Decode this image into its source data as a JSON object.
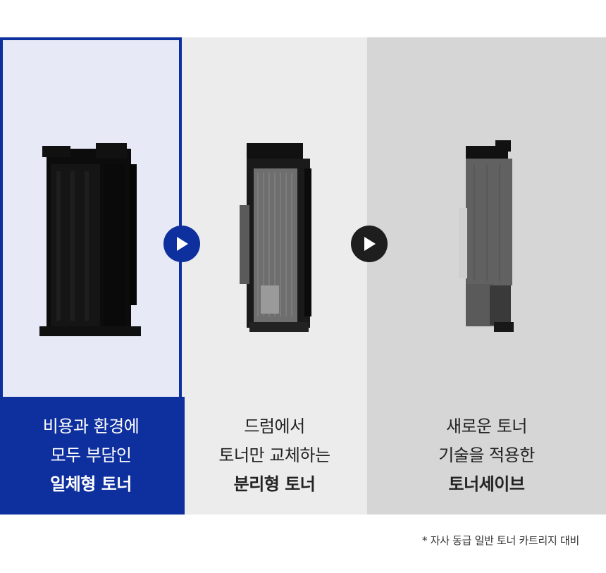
{
  "panels": [
    {
      "caption_line1": "비용과 환경에",
      "caption_line2": "모두 부담인",
      "caption_line3": "일체형 토너"
    },
    {
      "caption_line1": "드럼에서",
      "caption_line2": "토너만 교체하는",
      "caption_line3": "분리형 토너"
    },
    {
      "caption_line1": "새로운 토너",
      "caption_line2": "기술을 적용한",
      "caption_line3": "토너세이브"
    }
  ],
  "footnote": "* 자사 동급 일반 토너 카트리지 대비",
  "colors": {
    "accent": "#0e2f9e",
    "panel1_bg": "#e7eaf6",
    "panel2_bg": "#ececec",
    "panel3_bg": "#d6d6d6",
    "arrow_dark": "#1e1e1e"
  },
  "icons": {
    "arrow_1": "play-arrow-icon",
    "arrow_2": "play-arrow-icon"
  }
}
